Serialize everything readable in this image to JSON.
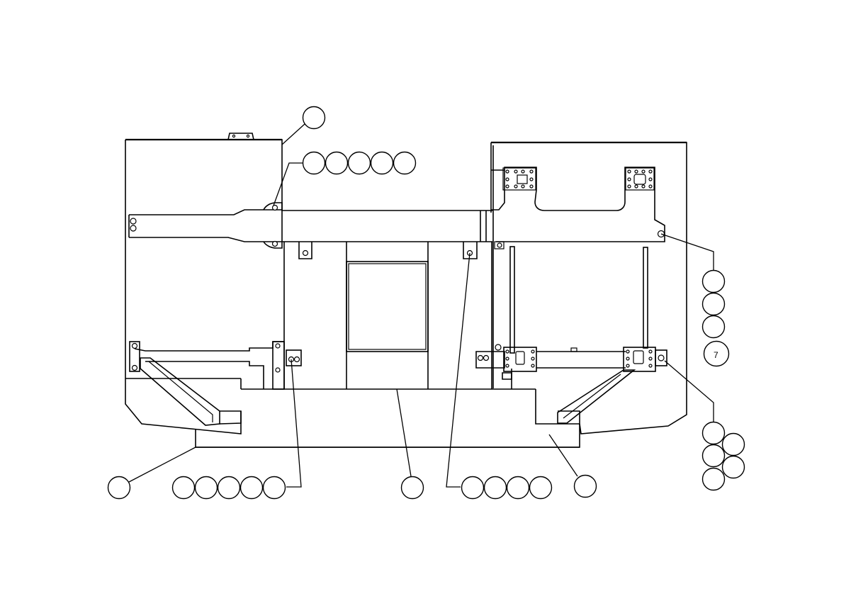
{
  "diagram": {
    "callouts": [
      {
        "id": "c-top-a",
        "label": ""
      },
      {
        "id": "c-top-row-1",
        "label": ""
      },
      {
        "id": "c-top-row-2",
        "label": ""
      },
      {
        "id": "c-top-row-3",
        "label": ""
      },
      {
        "id": "c-top-row-4",
        "label": ""
      },
      {
        "id": "c-top-row-5",
        "label": ""
      },
      {
        "id": "c-right-1",
        "label": ""
      },
      {
        "id": "c-right-2",
        "label": ""
      },
      {
        "id": "c-right-3",
        "label": ""
      },
      {
        "id": "c-right-selected",
        "label": "7",
        "selected": true
      },
      {
        "id": "c-right-lower-1",
        "label": ""
      },
      {
        "id": "c-right-lower-2",
        "label": ""
      },
      {
        "id": "c-right-lower-3",
        "label": ""
      },
      {
        "id": "c-right-lower-4",
        "label": ""
      },
      {
        "id": "c-right-lower-5",
        "label": ""
      },
      {
        "id": "c-bottom-left",
        "label": ""
      },
      {
        "id": "c-bottom-row-a-1",
        "label": ""
      },
      {
        "id": "c-bottom-row-a-2",
        "label": ""
      },
      {
        "id": "c-bottom-row-a-3",
        "label": ""
      },
      {
        "id": "c-bottom-row-a-4",
        "label": ""
      },
      {
        "id": "c-bottom-row-a-5",
        "label": ""
      },
      {
        "id": "c-bottom-center",
        "label": ""
      },
      {
        "id": "c-bottom-row-b-1",
        "label": ""
      },
      {
        "id": "c-bottom-row-b-2",
        "label": ""
      },
      {
        "id": "c-bottom-row-b-3",
        "label": ""
      },
      {
        "id": "c-bottom-row-b-4",
        "label": ""
      },
      {
        "id": "c-bottom-right",
        "label": ""
      }
    ],
    "colors": {
      "selected_fill": "#0b7a0b",
      "selected_stroke": "#000000",
      "selected_text": "#ffffff"
    }
  }
}
